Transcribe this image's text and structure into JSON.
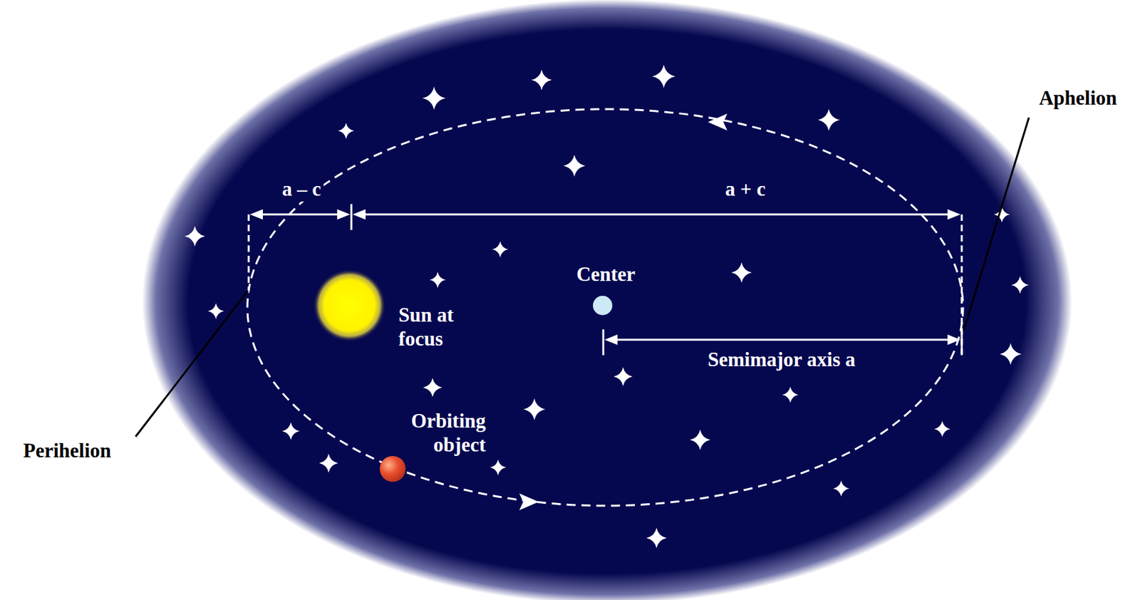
{
  "diagram": {
    "nodes": [
      {
        "text": [
          "Sun at focus"
        ]
      },
      {
        "text": [
          "Center"
        ]
      },
      {
        "text": [
          "Orbiting object"
        ]
      }
    ],
    "labels": [
      "a – c",
      "a + c",
      "Semimajor axis a",
      "Aphelion",
      "Perihelion"
    ]
  }
}
